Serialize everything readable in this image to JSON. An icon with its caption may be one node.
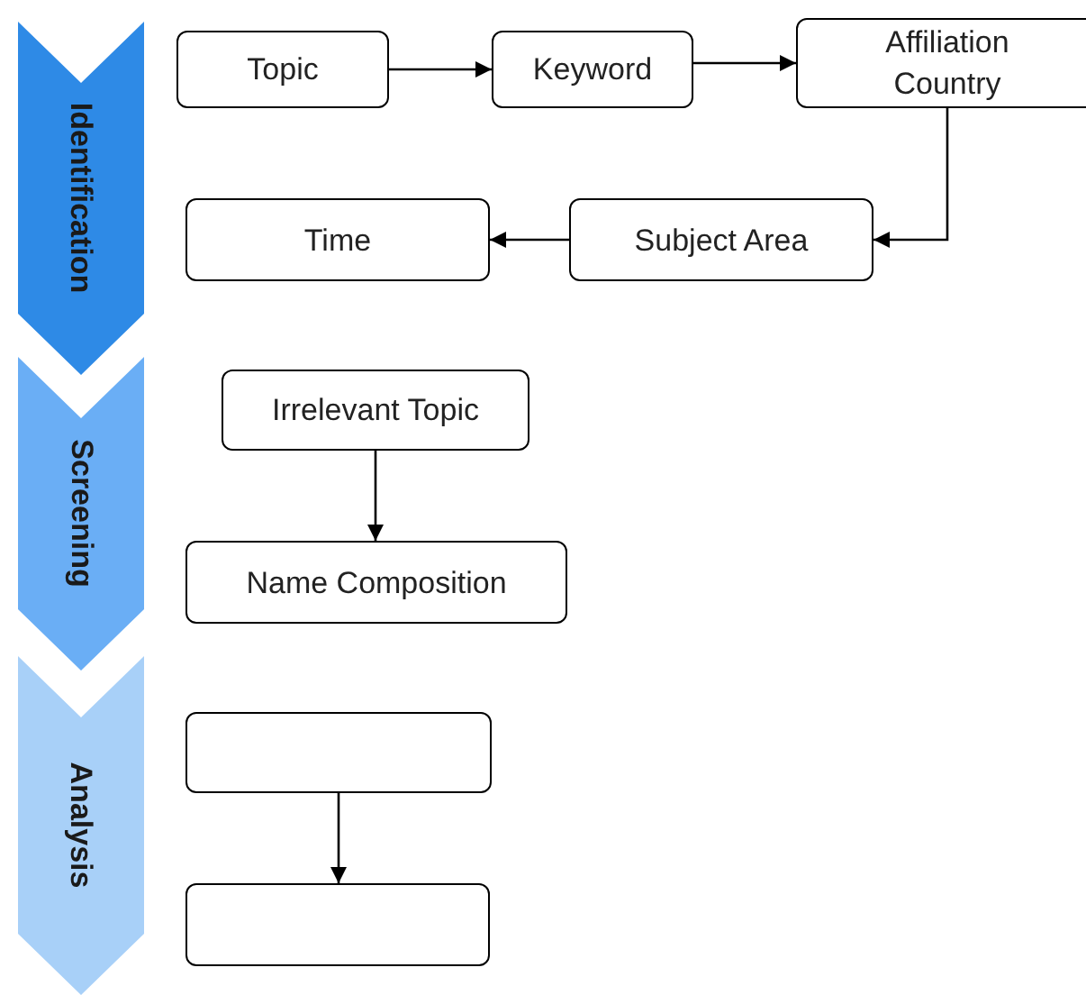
{
  "diagram": {
    "nodes": [
      {
        "text": [
          "Identification"
        ]
      },
      {
        "text": [
          "Topic"
        ]
      },
      {
        "text": [
          "Keyword"
        ]
      },
      {
        "text": [
          "Affiliation Country"
        ]
      },
      {
        "text": [
          "Time"
        ]
      },
      {
        "text": [
          "Subject Area"
        ]
      },
      {
        "text": [
          "Screening"
        ]
      },
      {
        "text": [
          "Irrelevant Topic"
        ]
      },
      {
        "text": [
          "Name Composition"
        ]
      },
      {
        "text": [
          "Analysis"
        ]
      },
      {
        "text": [],
        "shape": "box"
      },
      {
        "text": [],
        "shape": "box"
      }
    ],
    "edges": [
      {
        "from": 1,
        "to": 2,
        "arrow": "to"
      },
      {
        "from": 2,
        "to": 3,
        "arrow": "to"
      },
      {
        "from": 3,
        "to": 5,
        "arrow": "to"
      },
      {
        "from": 5,
        "to": 4,
        "arrow": "to"
      },
      {
        "from": 7,
        "to": 8,
        "arrow": "to"
      },
      {
        "from": 10,
        "to": 11,
        "arrow": "to"
      }
    ]
  }
}
